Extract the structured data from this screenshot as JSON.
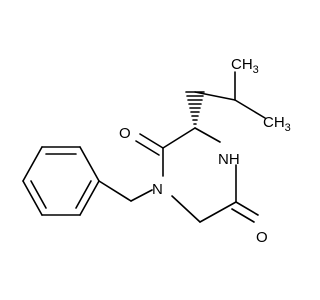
{
  "structure": {
    "atoms": {
      "o_upper": "O",
      "nh": "NH",
      "n_ring": "N",
      "o_lower": "O",
      "ch3_top": "CH",
      "ch3_top_sub": "3",
      "ch3_right": "CH",
      "ch3_right_sub": "3"
    }
  }
}
